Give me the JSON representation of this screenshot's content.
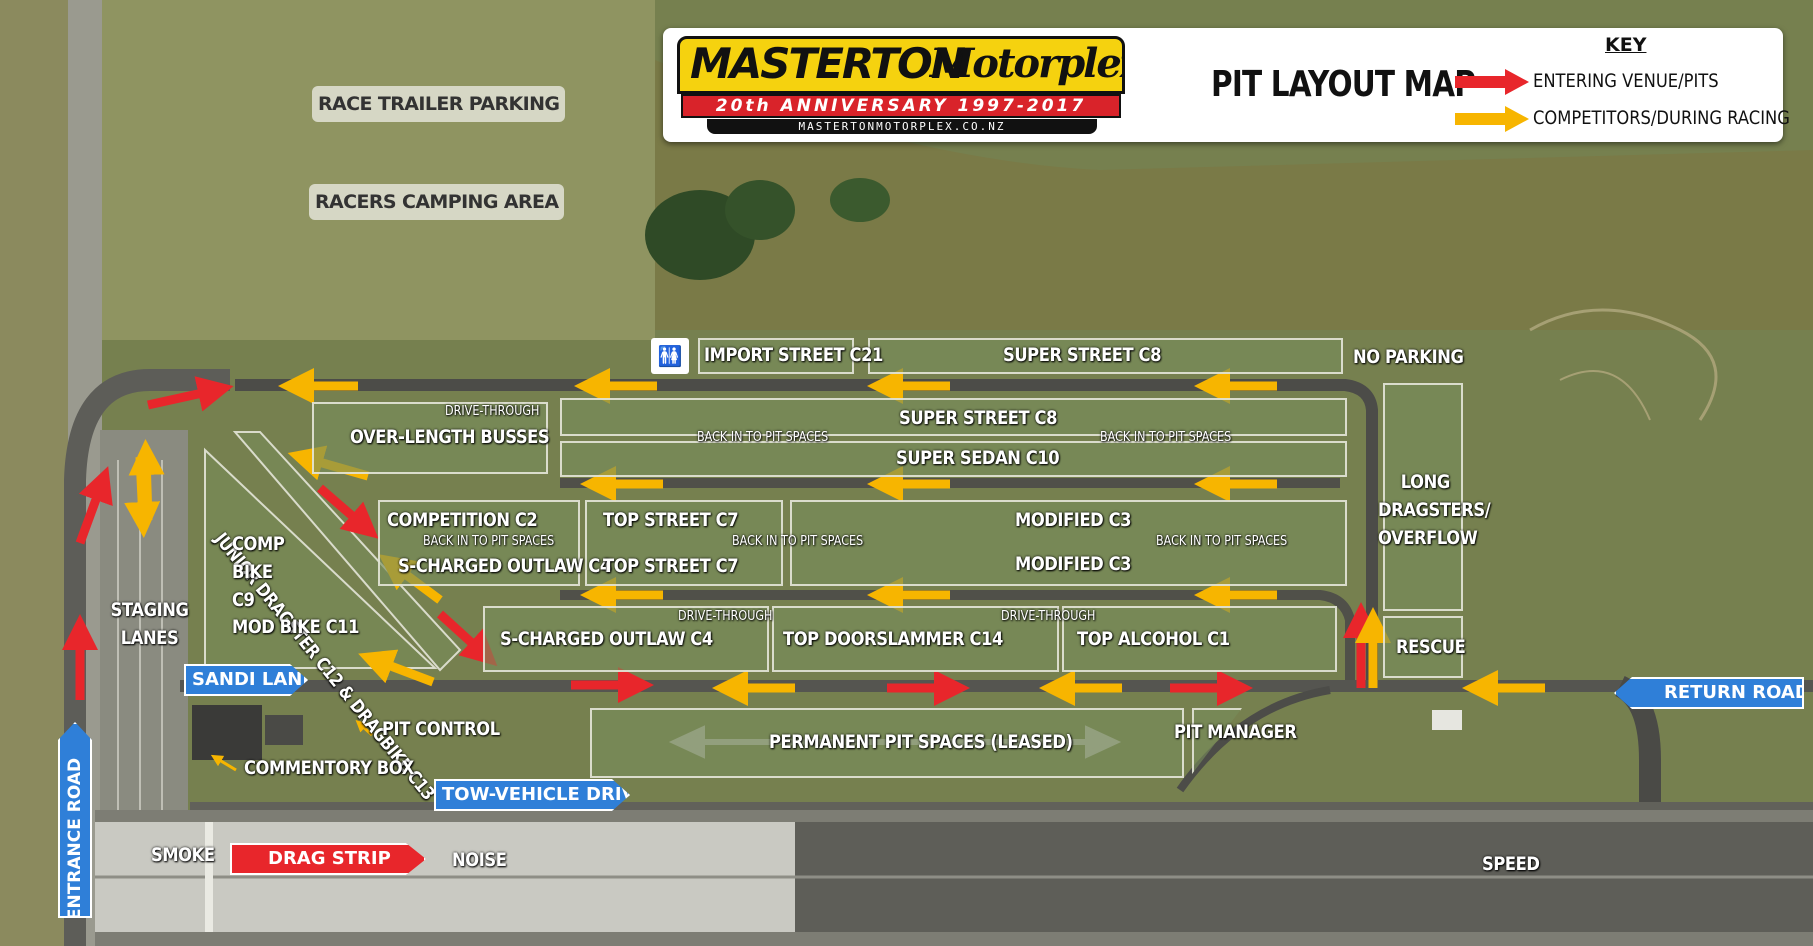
{
  "header": {
    "logo_word1": "MASTERTON",
    "logo_word2": "Motorplex",
    "logo_band": "20th ANNIVERSARY 1997-2017",
    "logo_url": "MASTERTONMOTORPLEX.CO.NZ",
    "map_title": "PIT LAYOUT MAP"
  },
  "key": {
    "title": "KEY",
    "entering": "ENTERING VENUE/PITS",
    "competitors": "COMPETITORS/DURING RACING",
    "entering_color": "#e8262b",
    "competitors_color": "#f7b500"
  },
  "areas": {
    "race_trailer_parking": "RACE TRAILER PARKING",
    "racers_camping_area": "RACERS CAMPING AREA",
    "import_street": "IMPORT STREET C21",
    "super_street_top": "SUPER STREET C8",
    "no_parking": "NO PARKING",
    "drive_through_1": "DRIVE-THROUGH",
    "over_length_busses": "OVER-LENGTH BUSSES",
    "super_street": "SUPER STREET C8",
    "back_in_1": "BACK IN TO PIT SPACES",
    "back_in_2": "BACK IN TO PIT SPACES",
    "super_sedan": "SUPER SEDAN C10",
    "long_dragsters": "LONG DRAGSTERS/ OVERFLOW",
    "junior_dragster": "JUNIOR DRAGSTER C12 & DRAGBIKE C13",
    "competition": "COMPETITION C2",
    "back_in_3": "BACK IN TO PIT SPACES",
    "scharged_outlaw_small": "S-CHARGED OUTLAW C4",
    "top_street_1": "TOP STREET C7",
    "top_street_2": "TOP STREET C7",
    "back_in_4": "BACK IN TO PIT SPACES",
    "modified_1": "MODIFIED C3",
    "modified_2": "MODIFIED C3",
    "back_in_5": "BACK IN TO PIT SPACES",
    "comp_bike": "COMP BIKE C9",
    "staging_lanes": "STAGING LANES",
    "mod_bike": "MOD BIKE C11",
    "scharged_outlaw": "S-CHARGED OUTLAW C4",
    "drive_through_2": "DRIVE-THROUGH",
    "top_doorslammer": "TOP DOORSLAMMER C14",
    "drive_through_3": "DRIVE-THROUGH",
    "top_alcohol": "TOP ALCOHOL C1",
    "rescue": "RESCUE",
    "pit_control": "PIT CONTROL",
    "commentory_box": "COMMENTORY BOX",
    "permanent_pits": "PERMANENT PIT SPACES (LEASED)",
    "pit_manager": "PIT MANAGER",
    "smoke": "SMOKE",
    "noise": "NOISE",
    "speed": "SPEED"
  },
  "signs": {
    "sandi_lane": "SANDI LANE",
    "return_road": "RETURN ROAD",
    "tow_vehicle_drive": "TOW-VEHICLE DRIVE",
    "entrance_road": "ENTRANCE ROAD",
    "drag_strip": "DRAG STRIP"
  }
}
